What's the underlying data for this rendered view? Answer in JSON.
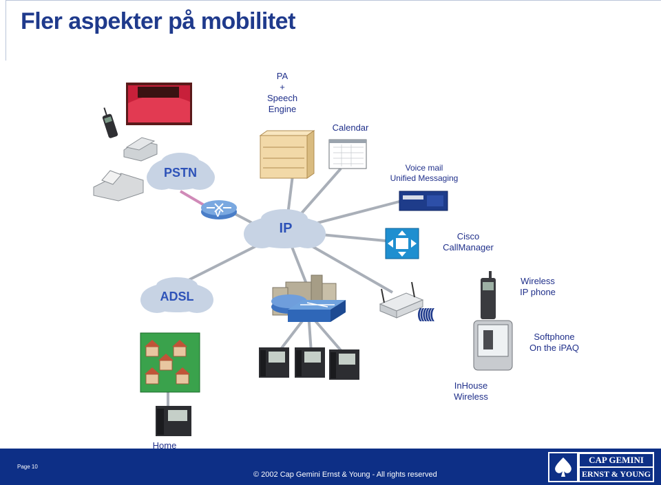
{
  "title": "Fler aspekter på mobilitet",
  "labels": {
    "pa_speech": [
      "PA",
      "+",
      "Speech",
      "Engine"
    ],
    "calendar": "Calendar",
    "voice_mail": [
      "Voice mail",
      "Unified Messaging"
    ],
    "cisco_callmanager": [
      "Cisco",
      "CallManager"
    ],
    "wireless_ip_phone": [
      "Wireless",
      "IP phone"
    ],
    "softphone": [
      "Softphone",
      "On the iPAQ"
    ],
    "inhouse_wireless": [
      "InHouse",
      "Wireless"
    ],
    "home": "Home"
  },
  "clouds": {
    "pstn": "PSTN",
    "ip": "IP",
    "adsl": "ADSL"
  },
  "router_letter": "V",
  "wireless_waves": "((((((",
  "footer": {
    "page": "Page 10",
    "copyright": "© 2002 Cap Gemini Ernst & Young - All rights reserved",
    "logo_top": "CAP GEMINI",
    "logo_bottom": "ERNST & YOUNG"
  },
  "colors": {
    "title": "#1f3a8c",
    "label": "#1f2f8a",
    "cloud_text": "#2d52b8",
    "cloud_fill": "#c7d3e4",
    "footer": "#0d2f86"
  }
}
